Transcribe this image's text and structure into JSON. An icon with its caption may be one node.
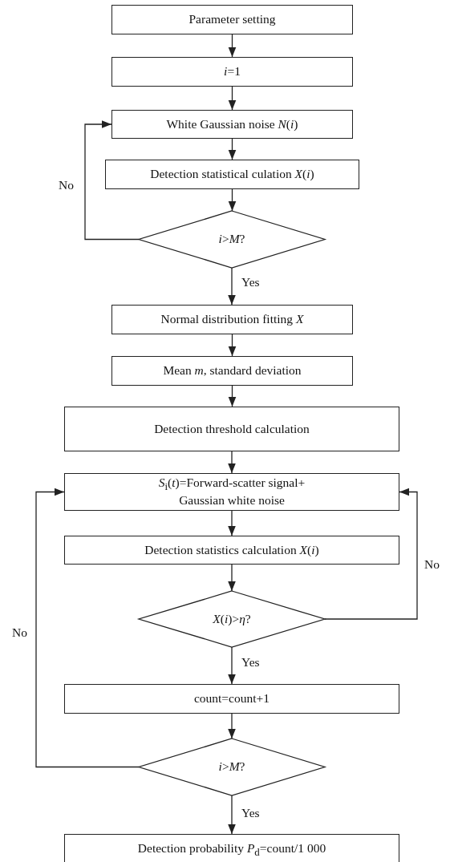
{
  "diagram": {
    "nodes": [
      {
        "text": [
          "Parameter setting"
        ]
      },
      {
        "text": [
          "*i*=1"
        ]
      },
      {
        "text": [
          "White Gaussian noise *N*(*i*)"
        ]
      },
      {
        "text": [
          "Detection statistical culation *X*(*i*)"
        ]
      },
      {
        "text": [
          "*i*>*M*?"
        ]
      },
      {
        "text": [
          "Normal distribution fitting *X*"
        ]
      },
      {
        "text": [
          "Mean *m*, standard deviation"
        ]
      },
      {
        "text": [
          "Detection threshold calculation"
        ]
      },
      {
        "text": [
          "*S*$_{i}$(*t*)=Forward-scatter signal+ Gaussian white noise"
        ]
      },
      {
        "text": [
          "Detection statistics calculation *X*(*i*)"
        ]
      },
      {
        "text": [
          "*X*(*i*)>*η*?"
        ]
      },
      {
        "text": [
          "count=count+1"
        ]
      },
      {
        "text": [
          "*i*>*M*?"
        ]
      },
      {
        "text": [
          "Detection probability *P*$_{d}$=count/1 000"
        ]
      }
    ],
    "edges": [
      {
        "from": 0,
        "to": 1,
        "arrow": "to"
      },
      {
        "from": 1,
        "to": 2,
        "arrow": "to"
      },
      {
        "from": 2,
        "to": 3,
        "arrow": "to"
      },
      {
        "from": 3,
        "to": 4,
        "arrow": "to"
      },
      {
        "from": 4,
        "to": 2,
        "arrow": "to",
        "label": "No"
      },
      {
        "from": 4,
        "to": 5,
        "arrow": "to",
        "label": "Yes"
      },
      {
        "from": 5,
        "to": 6,
        "arrow": "to"
      },
      {
        "from": 6,
        "to": 7,
        "arrow": "to"
      },
      {
        "from": 7,
        "to": 8,
        "arrow": "to"
      },
      {
        "from": 8,
        "to": 9,
        "arrow": "to"
      },
      {
        "from": 9,
        "to": 10,
        "arrow": "to"
      },
      {
        "from": 10,
        "to": 8,
        "arrow": "to",
        "label": "No"
      },
      {
        "from": 10,
        "to": 11,
        "arrow": "to",
        "label": "Yes"
      },
      {
        "from": 11,
        "to": 12,
        "arrow": "to"
      },
      {
        "from": 12,
        "to": 8,
        "arrow": "to",
        "label": "No"
      },
      {
        "from": 12,
        "to": 13,
        "arrow": "to",
        "label": "Yes"
      }
    ]
  }
}
